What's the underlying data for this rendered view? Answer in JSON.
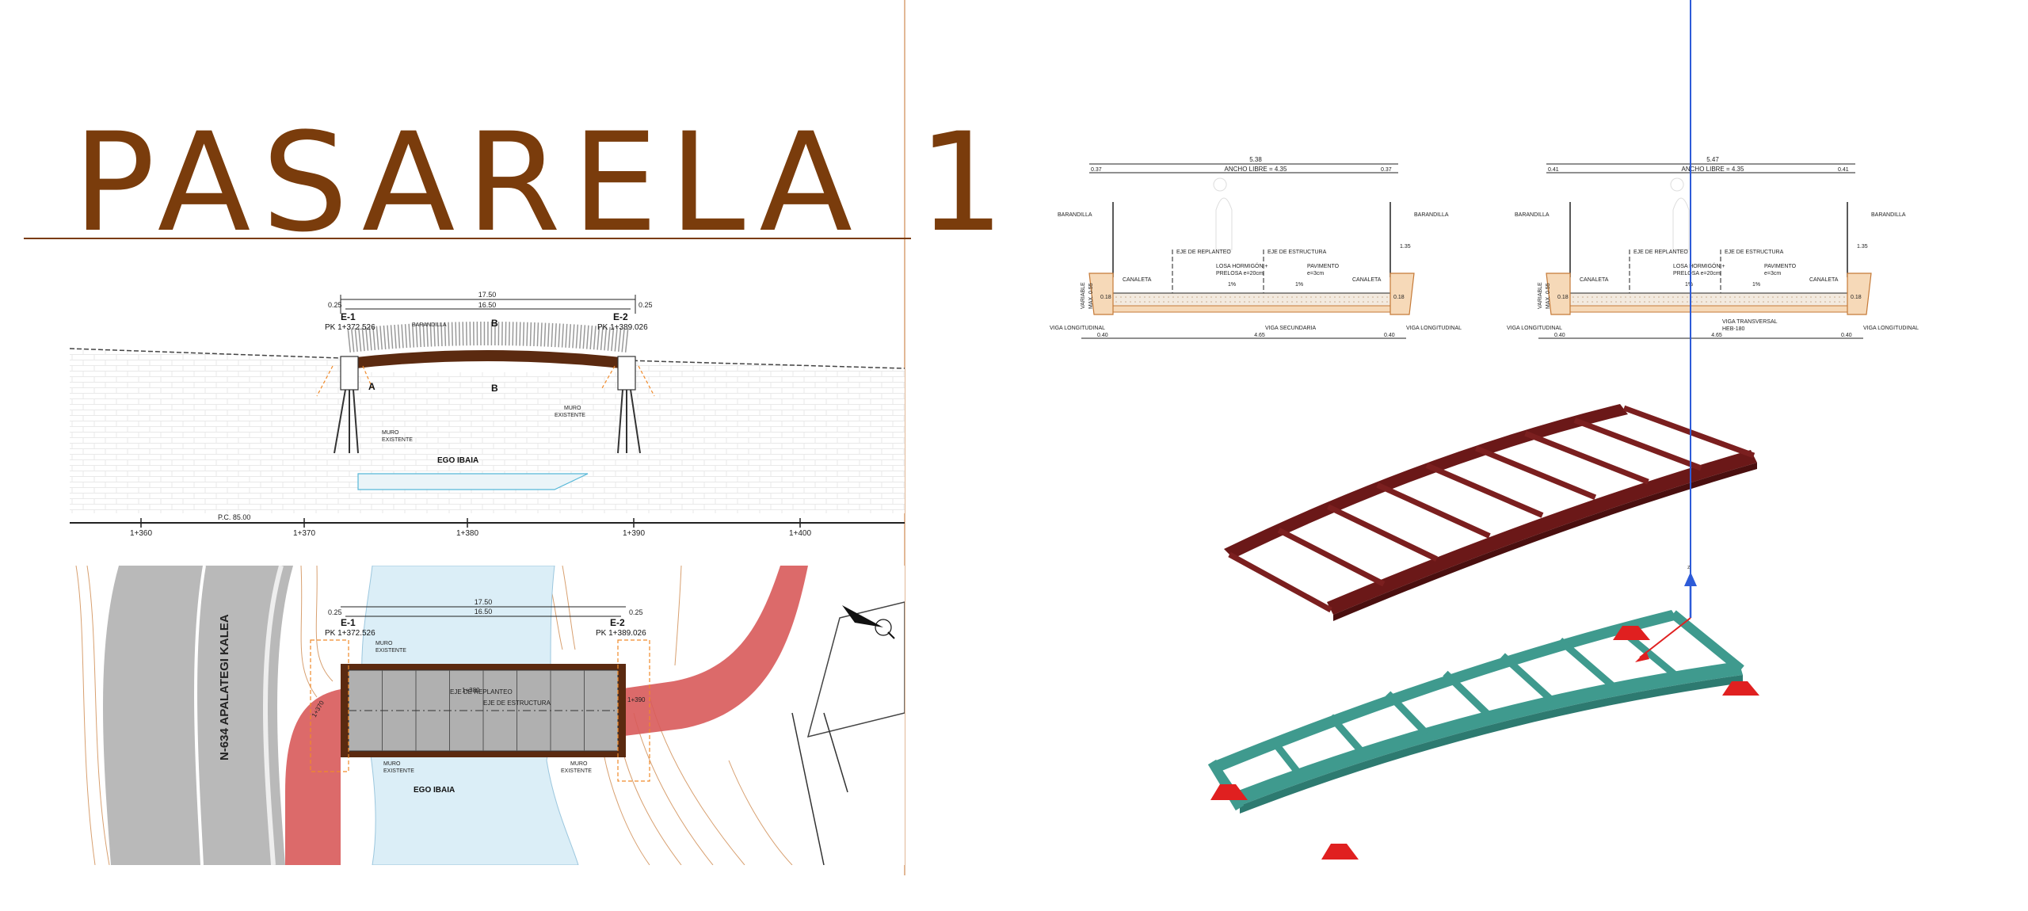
{
  "title": "PASARELA 1",
  "colors": {
    "brand": "#7a3c0c",
    "deck_brown": "#5b2a10",
    "steel_red": "#7b1f1f",
    "fem_green": "#3f9a8e",
    "water": "#dbeef7",
    "road_red": "#d85a5a",
    "road_grey": "#b9b9b9",
    "support_red": "#e02020",
    "load_blue": "#2d5bd8"
  },
  "elevation": {
    "dim_total": "17.50",
    "dim_inner": "16.50",
    "dim_side_left": "0.25",
    "dim_side_right": "0.25",
    "abutment_left": "E-1",
    "abutment_left_pk": "PK 1+372.526",
    "abutment_right": "E-2",
    "abutment_right_pk": "PK 1+389.026",
    "railing": "BARANDILLA",
    "wall_left": [
      "MURO",
      "EXISTENTE"
    ],
    "wall_right": [
      "MURO",
      "EXISTENTE"
    ],
    "river": "EGO IBAIA",
    "pc": "P.C. 85.00",
    "section_a": "A",
    "section_b": "B",
    "stations": [
      "1+360",
      "1+370",
      "1+380",
      "1+390",
      "1+400"
    ]
  },
  "plan": {
    "road_name": "N-634 APALATEGI KALEA",
    "dim_total": "17.50",
    "dim_inner": "16.50",
    "dim_side_left": "0.25",
    "dim_side_right": "0.25",
    "abutment_left": "E-1",
    "abutment_left_pk": "PK 1+372.526",
    "abutment_right": "E-2",
    "abutment_right_pk": "PK 1+389.026",
    "wall_top_left": [
      "MURO",
      "EXISTENTE"
    ],
    "wall_bottom_left": [
      "MURO",
      "EXISTENTE"
    ],
    "wall_bottom_right": [
      "MURO",
      "EXISTENTE"
    ],
    "river": "EGO IBAIA",
    "axis_replanteo": "EJE DE REPLANTEO",
    "axis_structure": "EJE DE ESTRUCTURA",
    "station_380": "1+380",
    "station_390": "1+390",
    "station_370": "1+370"
  },
  "section1": {
    "dim_total": "5.38",
    "dim_free": "ANCHO LIBRE = 4.35",
    "dim_left": "0.37",
    "dim_right": "0.37",
    "railing_left": "BARANDILLA",
    "railing_right": "BARANDILLA",
    "axis_replanteo": "EJE DE REPLANTEO",
    "axis_structure": "EJE DE ESTRUCTURA",
    "slab": [
      "LOSA HORMIGÓN +",
      "PRELOSA e=20cm"
    ],
    "pavement": [
      "PAVIMENTO",
      "e=3cm"
    ],
    "gutter_left": "CANALETA",
    "gutter_right": "CANALETA",
    "slope_left": "1%",
    "slope_right": "1%",
    "height_railing": "1.35",
    "dim_018_left": "0.18",
    "dim_018_right": "0.18",
    "beam_left": "VIGA LONGITUDINAL",
    "beam_mid": "VIGA SECUNDARIA",
    "beam_right": "VIGA LONGITUDINAL",
    "bottom_left": "0.40",
    "bottom_mid": "4.65",
    "bottom_right": "0.40",
    "variable": "VARIABLE",
    "max": "MAX. 0.55"
  },
  "section2": {
    "dim_total": "5.47",
    "dim_free": "ANCHO LIBRE = 4.35",
    "dim_left": "0.41",
    "dim_right": "0.41",
    "railing_left": "BARANDILLA",
    "railing_right": "BARANDILLA",
    "axis_replanteo": "EJE DE REPLANTEO",
    "axis_structure": "EJE DE ESTRUCTURA",
    "slab": [
      "LOSA HORMIGÓN +",
      "PRELOSA e=20cm"
    ],
    "pavement": [
      "PAVIMENTO",
      "e=3cm"
    ],
    "gutter_left": "CANALETA",
    "gutter_right": "CANALETA",
    "slope_left": "1%",
    "slope_right": "1%",
    "height_railing": "1.35",
    "dim_018_left": "0.18",
    "dim_018_right": "0.18",
    "beam_left": "VIGA LONGITUDINAL",
    "beam_mid": [
      "VIGA TRANSVERSAL",
      "HEB-180"
    ],
    "beam_right": "VIGA LONGITUDINAL",
    "bottom_left": "0.40",
    "bottom_mid": "4.65",
    "bottom_right": "0.40",
    "variable": "VARIABLE",
    "max": "MAX. 0.55"
  }
}
